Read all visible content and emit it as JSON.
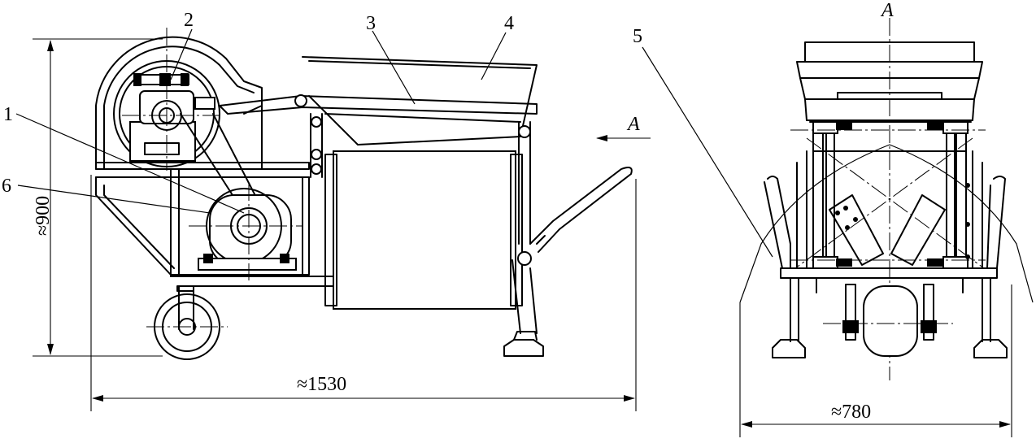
{
  "callouts": {
    "c1": "1",
    "c2": "2",
    "c3": "3",
    "c4": "4",
    "c5": "5",
    "c6": "6"
  },
  "dimensions": {
    "height": "≈900",
    "length": "≈1530",
    "width": "≈780"
  },
  "view_marks": {
    "arrow_label": "A",
    "section_label": "A"
  }
}
